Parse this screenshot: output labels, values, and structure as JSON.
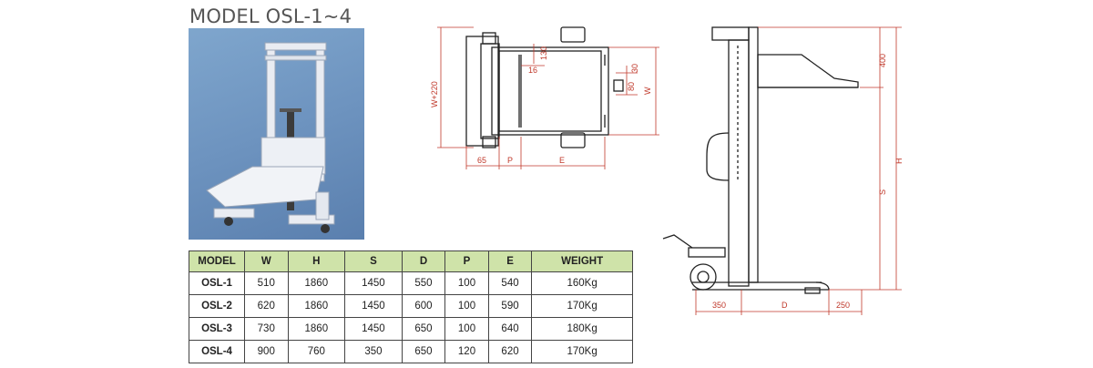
{
  "title": "MODEL OSL-1~4",
  "table": {
    "headers": [
      "MODEL",
      "W",
      "H",
      "S",
      "D",
      "P",
      "E",
      "WEIGHT"
    ],
    "rows": [
      [
        "OSL-1",
        "510",
        "1860",
        "1450",
        "550",
        "100",
        "540",
        "160Kg"
      ],
      [
        "OSL-2",
        "620",
        "1860",
        "1450",
        "600",
        "100",
        "590",
        "170Kg"
      ],
      [
        "OSL-3",
        "730",
        "1860",
        "1450",
        "650",
        "100",
        "640",
        "180Kg"
      ],
      [
        "OSL-4",
        "900",
        "760",
        "350",
        "650",
        "120",
        "620",
        "170Kg"
      ]
    ]
  },
  "top_view_dims": {
    "width_total": "W+220",
    "width": "W",
    "d130": "130",
    "d16": "16",
    "d30": "30",
    "d80": "80",
    "d65": "65",
    "p": "P",
    "e": "E"
  },
  "side_view_dims": {
    "d400": "400",
    "h": "H",
    "s": "S",
    "d350": "350",
    "d": "D",
    "d250": "250"
  },
  "colors": {
    "dimension_line": "#c0392b",
    "table_header": "#cfe3a9",
    "photo_bg": "#6d93bf"
  }
}
